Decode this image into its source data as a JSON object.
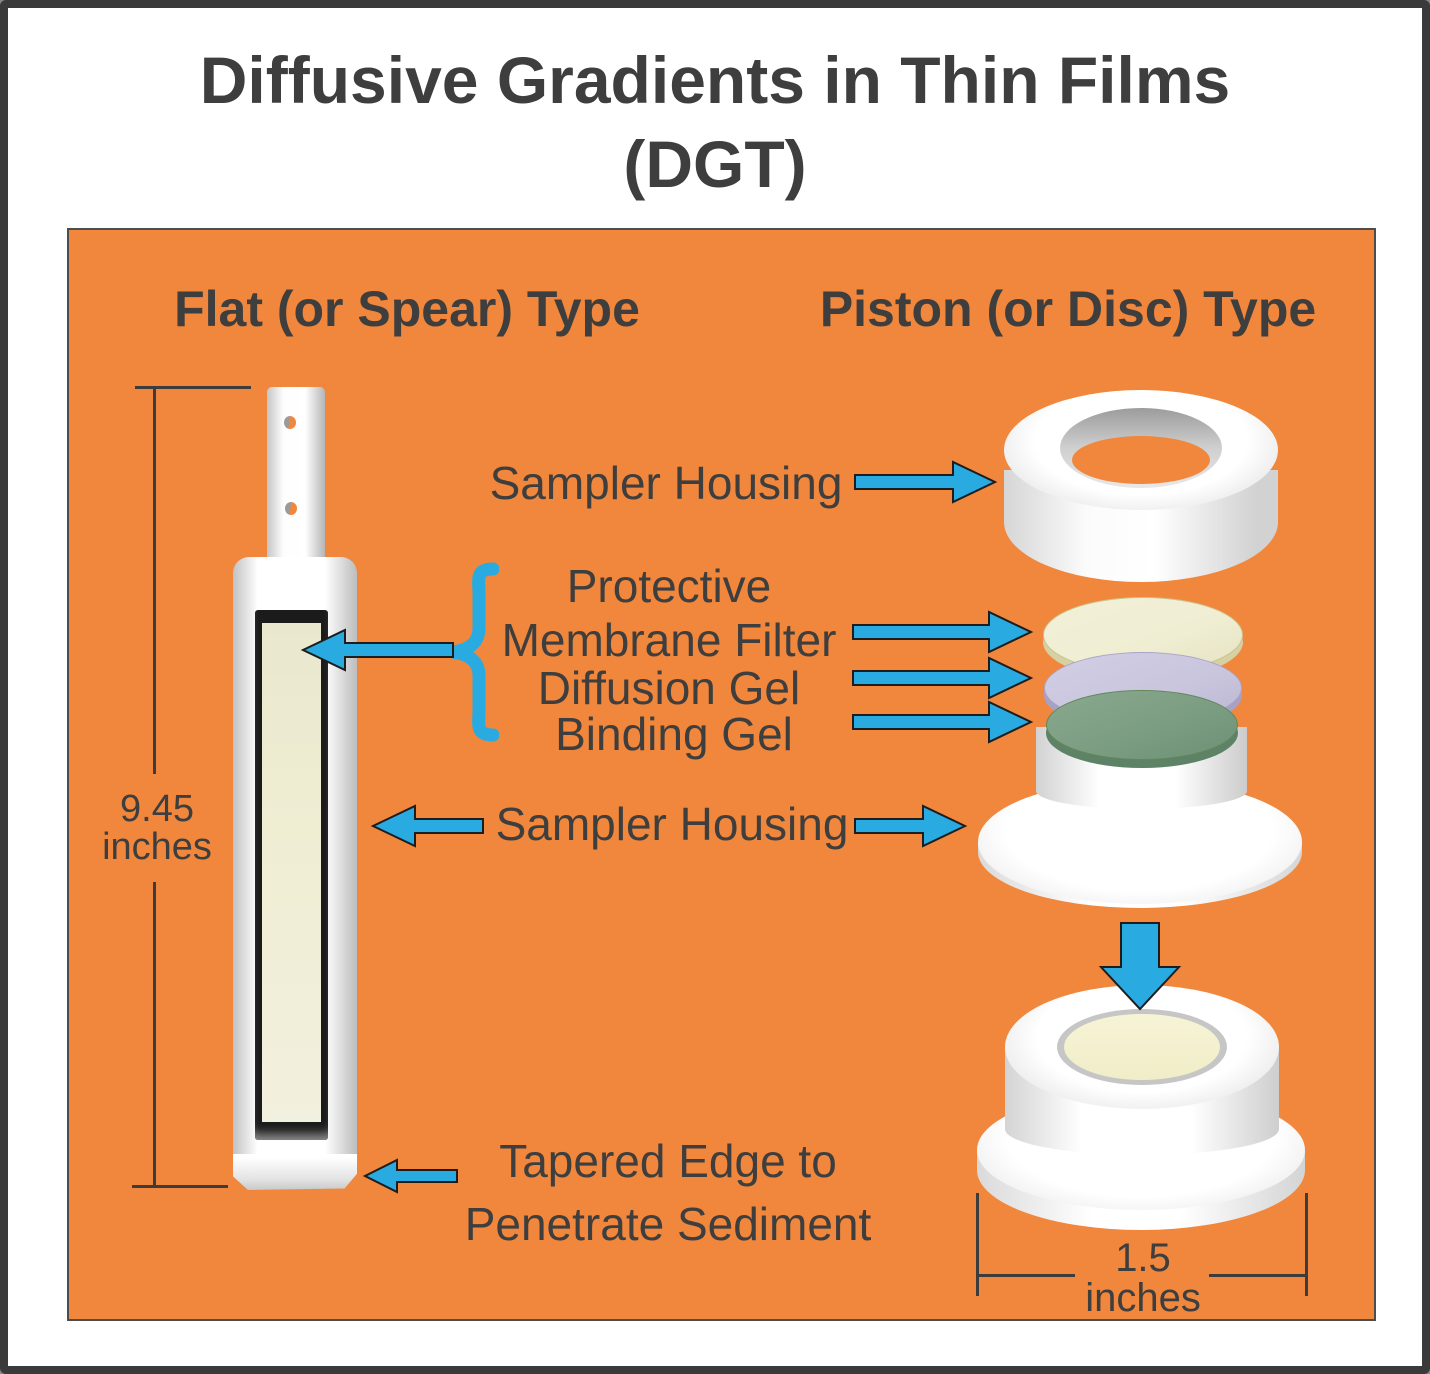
{
  "title": {
    "line1": "Diffusive Gradients in Thin Films",
    "line2": "(DGT)"
  },
  "sections": {
    "flat_heading": "Flat (or Spear) Type",
    "piston_heading": "Piston (or Disc) Type"
  },
  "labels": {
    "housing_top": "Sampler Housing",
    "housing_mid": "Sampler Housing",
    "layers": [
      "Protective",
      "Membrane Filter",
      "Diffusion Gel",
      "Binding Gel"
    ],
    "tapered_line1": "Tapered Edge to",
    "tapered_line2": "Penetrate Sediment"
  },
  "dimensions": {
    "flat_height_value": "9.45",
    "flat_height_unit": "inches",
    "piston_width_value": "1.5",
    "piston_width_unit": "inches"
  },
  "icons": {
    "arrow_right": "solid-blue-arrow-right",
    "arrow_left": "solid-blue-arrow-left",
    "arrow_down": "solid-blue-arrow-down",
    "brace": "blue-curly-brace-left"
  },
  "colors": {
    "panel_orange": "#F0873C",
    "arrow_blue": "#29ABE2",
    "text_dark": "#3E3E3E",
    "membrane_cream": "#EFEDD2",
    "diffusion_lavender": "#C9C5DD",
    "binding_green": "#7A9C80",
    "device_white": "#FFFFFF"
  }
}
